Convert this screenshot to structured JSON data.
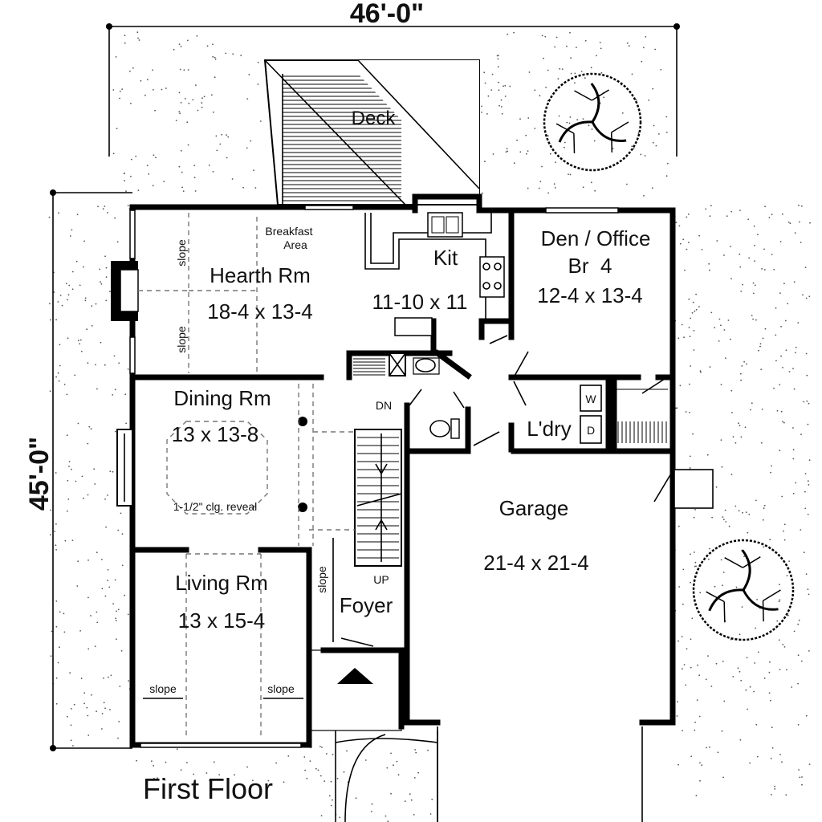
{
  "dimensions": {
    "width": "46'-0\"",
    "depth": "45'-0\""
  },
  "title": "First Floor",
  "rooms": {
    "deck": {
      "name": "Deck"
    },
    "breakfast": {
      "line1": "Breakfast",
      "line2": "Area"
    },
    "hearth": {
      "name": "Hearth Rm",
      "size": "18-4 x 13-4"
    },
    "kitchen": {
      "name": "Kit",
      "size": "11-10 x 11"
    },
    "den": {
      "name": "Den / Office",
      "name2": "Br  4",
      "size": "12-4 x 13-4"
    },
    "dining": {
      "name": "Dining Rm",
      "size": "13 x 13-8",
      "note": "1-1/2\" clg. reveal"
    },
    "laundry": {
      "name": "L'dry"
    },
    "garage": {
      "name": "Garage",
      "size": "21-4 x 21-4"
    },
    "living": {
      "name": "Living Rm",
      "size": "13 x 15-4"
    },
    "foyer": {
      "name": "Foyer"
    }
  },
  "labels": {
    "slope": "slope",
    "dn": "DN",
    "up": "UP",
    "washer": "W",
    "dryer": "D"
  }
}
